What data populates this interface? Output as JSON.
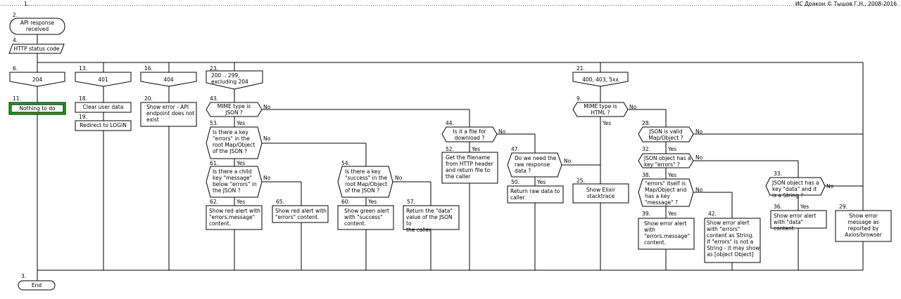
{
  "header": {
    "number": "1.",
    "copyright": "ИС Дракон © Тышов Г.Н., 2008-2016"
  },
  "colors": {
    "highlight": "#00c800",
    "line": "#000000"
  },
  "nodes": {
    "start": {
      "num": "2.",
      "text": "API response\nreceived"
    },
    "status_param": {
      "num": "4.",
      "text": "HTTP status code"
    },
    "case_204": {
      "num": "6.",
      "text": "204"
    },
    "nothing": {
      "num": "11.",
      "text": "Nothing to do"
    },
    "case_401": {
      "num": "13.",
      "text": "401"
    },
    "clear_user": {
      "num": "18.",
      "text": "Clear user data"
    },
    "redirect": {
      "num": "19.",
      "text": "Redirect to LOGIN"
    },
    "case_404": {
      "num": "16.",
      "text": "404"
    },
    "show_404": {
      "num": "20.",
      "text": "Show error - API\nendpoint does not\nexist"
    },
    "case_200": {
      "num": "23.",
      "text": "200 .. 299,\nexcluding 204"
    },
    "q_json": {
      "num": "43.",
      "text": "MIME type is\nJSON ?"
    },
    "q_errors_key": {
      "num": "53.",
      "text": "Is there a key\n\"errors\" in the\nroot Map/Object\nof the JSON ?"
    },
    "q_child_message": {
      "num": "61.",
      "text": "Is there a child\nkey \"message\"\nbelow \"errors\" in\nthe JSON ?"
    },
    "a_red_message": {
      "num": "62.",
      "text": "Show red alert with\n\"errors.message\"\ncontent."
    },
    "a_red_errors": {
      "num": "65.",
      "text": "Show red alert with\n\"errors\" content."
    },
    "q_success_key": {
      "num": "54.",
      "text": "Is there a key\n\"success\" in the\nroot Map/Object\nof the JSON ?"
    },
    "a_green_success": {
      "num": "60.",
      "text": "Show green alert\nwith \"success\"\ncontent."
    },
    "a_return_data": {
      "num": "57.",
      "text": "Return the \"data\"\nvalue of the JSON to\nthe caller"
    },
    "q_file": {
      "num": "44.",
      "text": "Is it a file for\ndownload ?"
    },
    "a_filename": {
      "num": "52.",
      "text": "Get the filename\nfrom HTTP header\nand return file to\nthe caller"
    },
    "q_raw": {
      "num": "47.",
      "text": "Do we need the\nraw response\ndata ?"
    },
    "a_raw": {
      "num": "50.",
      "text": "Return raw data to\ncaller"
    },
    "case_400": {
      "num": "21.",
      "text": "400, 403, 5xx"
    },
    "q_html": {
      "num": "9.",
      "text": "MIME type is\nHTML ?"
    },
    "a_elixir": {
      "num": "25.",
      "text": "Show Elixir\nstacktrace"
    },
    "q_valid_json": {
      "num": "28.",
      "text": "JSON is valid\nMap/Object ?"
    },
    "q_has_errors": {
      "num": "32.",
      "text": "JSON object has a\nkey \"errors\" ?"
    },
    "q_errors_map": {
      "num": "38.",
      "text": "\"errors\" itself is\nMap/Object and\nhas a key\n\"message\" ?"
    },
    "a_err_message": {
      "num": "39.",
      "text": "Show error alert\nwith\n\"errors.message\"\ncontent."
    },
    "a_err_string": {
      "num": "42.",
      "text": "Show error alert\nwith \"errors\"\ncontent as String.\nIf \"errors\" is not a\nString - it may show\nas [object Object]"
    },
    "q_has_data": {
      "num": "33.",
      "text": "JSON object has a\nkey \"data\" and it\nis a String ?"
    },
    "a_err_data": {
      "num": "36.",
      "text": "Show error alert\nwith \"data\" content."
    },
    "a_err_browser": {
      "num": "29.",
      "text": "Show error\nmessage as\nreported by\nAxios/browser"
    },
    "end": {
      "num": "3.",
      "text": "End"
    }
  },
  "labels": {
    "yes": "Yes",
    "no": "No"
  }
}
